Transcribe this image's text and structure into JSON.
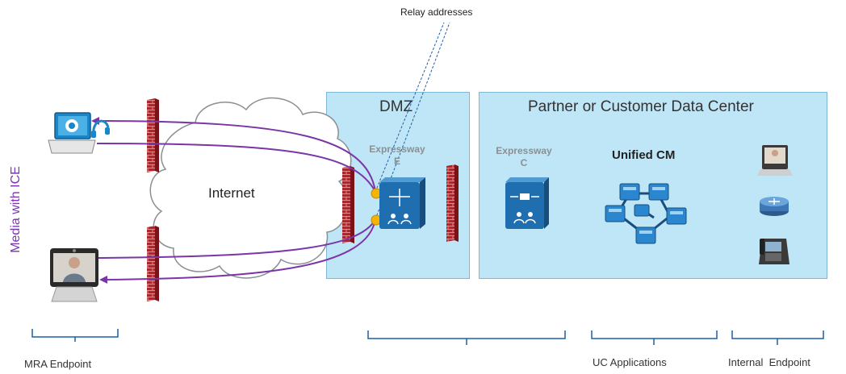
{
  "relay_label": "Relay addresses",
  "side_label": "Media with ICE",
  "internet_label": "Internet",
  "dmz": {
    "title": "DMZ",
    "expressway_label": "Expressway\nE"
  },
  "datacenter": {
    "title": "Partner or Customer Data Center",
    "expressway_label": "Expressway\nC",
    "cm_label": "Unified CM"
  },
  "bottom_labels": {
    "mra": "MRA Endpoint",
    "uc": "UC Applications",
    "internal": "Internal  Endpoint"
  },
  "colors": {
    "media_line": "#7b35a6",
    "firewall": "#b5222b",
    "zone_fill": "#bfe6f7",
    "relay_node": "#f5b400",
    "cisco_blue": "#1f6fb0"
  },
  "icons": [
    "laptop-icon",
    "headset-icon",
    "video-endpoint-icon",
    "firewall-icon",
    "cloud-icon",
    "expressway-e-icon",
    "expressway-c-icon",
    "unified-cm-cluster-icon",
    "video-phone-icon",
    "router-icon",
    "desk-phone-icon"
  ]
}
